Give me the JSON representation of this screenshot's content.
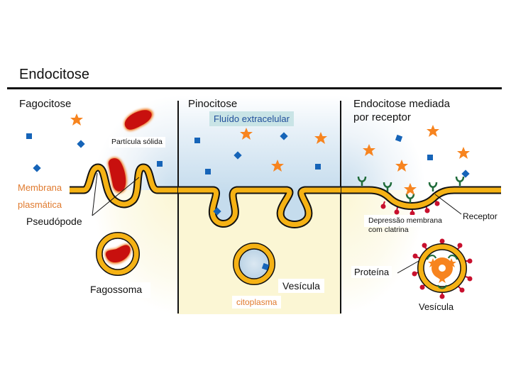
{
  "title": "Endocitose",
  "panels": [
    {
      "name": "fagocitose",
      "title": "Fagocitose",
      "labels": {
        "particle": "Partícula sólida",
        "membrane_line1": "Membrana",
        "membrane_line2": "plasmática",
        "pseudopod": "Pseudópode",
        "phagosome": "Fagossoma"
      }
    },
    {
      "name": "pinocitose",
      "title": "Pinocitose",
      "labels": {
        "fluid": "Fluído extracelular",
        "vesicle": "Vesícula",
        "cytoplasm": "citoplasma"
      }
    },
    {
      "name": "endocitose-receptor",
      "title_line1": "Endocitose mediada",
      "title_line2": "por receptor",
      "labels": {
        "pit_line1": "Depressão membrana",
        "pit_line2": "com clatrina",
        "receptor": "Receptor",
        "protein": "Proteína",
        "vesicle": "Vesícula"
      }
    }
  ],
  "colors": {
    "membrane": "#f5b214",
    "membrane_outline": "#111111",
    "particle": "#c8100e",
    "particle_glow": "#f07a20",
    "star": "#f7841f",
    "molecule": "#1664b8",
    "receptor": "#1f6b3a",
    "clathrin": "#c8102e",
    "extracellular": "#c5dced",
    "cytoplasm": "#fbf6d4",
    "fluid_label_bg": "#c9e4e6",
    "fluid_label_text": "#1f4e9a",
    "orange_text": "#e07a2e"
  }
}
